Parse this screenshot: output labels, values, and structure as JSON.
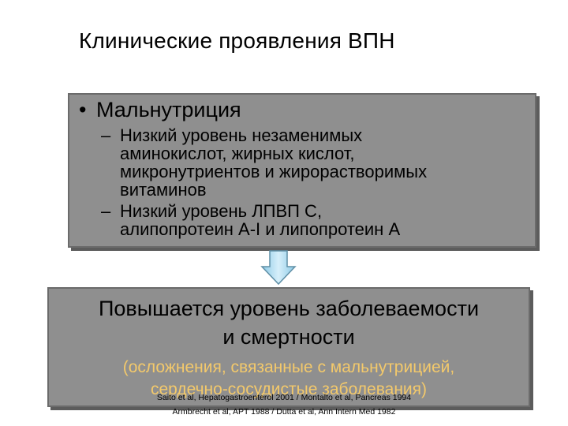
{
  "slide": {
    "title": "Клинические проявления ВПН",
    "box_top": {
      "bullet_marker": "•",
      "bullet_text": "Мальнутриция",
      "items": [
        {
          "marker": "–",
          "line1": "Низкий уровень незаменимых",
          "line2": "аминокислот, жирных кислот,",
          "line3": "микронутриентов и жирорастворимых",
          "line4": "витаминов"
        },
        {
          "marker": "–",
          "line1": "Низкий уровень ЛПВП С,",
          "line2": "алипопротеин А-I и липопротеин А"
        }
      ]
    },
    "box_bottom": {
      "line1": "Повышается уровень заболеваемости",
      "line2": "и смертности",
      "note_line1": "(осложнения, связанные с мальнутрицией,",
      "note_line2": "сердечно-сосудистые заболевания)"
    },
    "references": {
      "line1": "Saito et al, Hepatogastroenterol 2001 / Montalto et al, Pancreas 1994",
      "line2": "Armbrecht et al, APT 1988 / Dutta et al, Ann Intern Med 1982"
    },
    "colors": {
      "box_fill": "#8f8f8f",
      "note_text": "#f3c96b",
      "arrow_fill": "#a6d8ef"
    },
    "icons": {
      "arrow": "down-arrow-icon"
    }
  }
}
